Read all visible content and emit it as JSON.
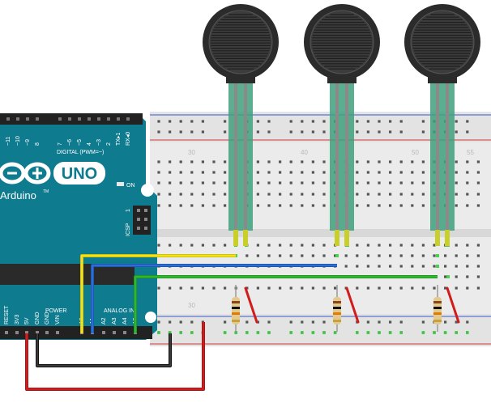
{
  "arduino": {
    "brand": "Arduino",
    "trademark": "TM",
    "model": "UNO",
    "on_label": "ON",
    "icsp_label": "ICSP",
    "icsp_pin1": "1",
    "digital_label": "DIGITAL (PWM=~)",
    "digital_pins": [
      "~11",
      "~10",
      "~9",
      "8",
      "7",
      "~6",
      "~5",
      "4",
      "~3",
      "2",
      "TX▸1",
      "RX◂0"
    ],
    "power_label": "POWER",
    "analog_label": "ANALOG IN",
    "power_pins": [
      "RESET",
      "3V3",
      "5V",
      "GND",
      "GND",
      "VIN"
    ],
    "analog_pins": [
      "A0",
      "A1",
      "A2",
      "A3",
      "A4",
      "A5"
    ]
  },
  "breadboard": {
    "column_numbers": [
      "30",
      "40",
      "50",
      "55"
    ]
  },
  "components": {
    "force_sensors": [
      "force-sensor-1",
      "force-sensor-2",
      "force-sensor-3"
    ],
    "resistors": [
      "resistor-1",
      "resistor-2",
      "resistor-3"
    ]
  },
  "wire_colors": {
    "yellow": "#f2e21c",
    "blue": "#2a6fd6",
    "green": "#2fb82f",
    "red": "#d01c1c",
    "black": "#222222"
  }
}
